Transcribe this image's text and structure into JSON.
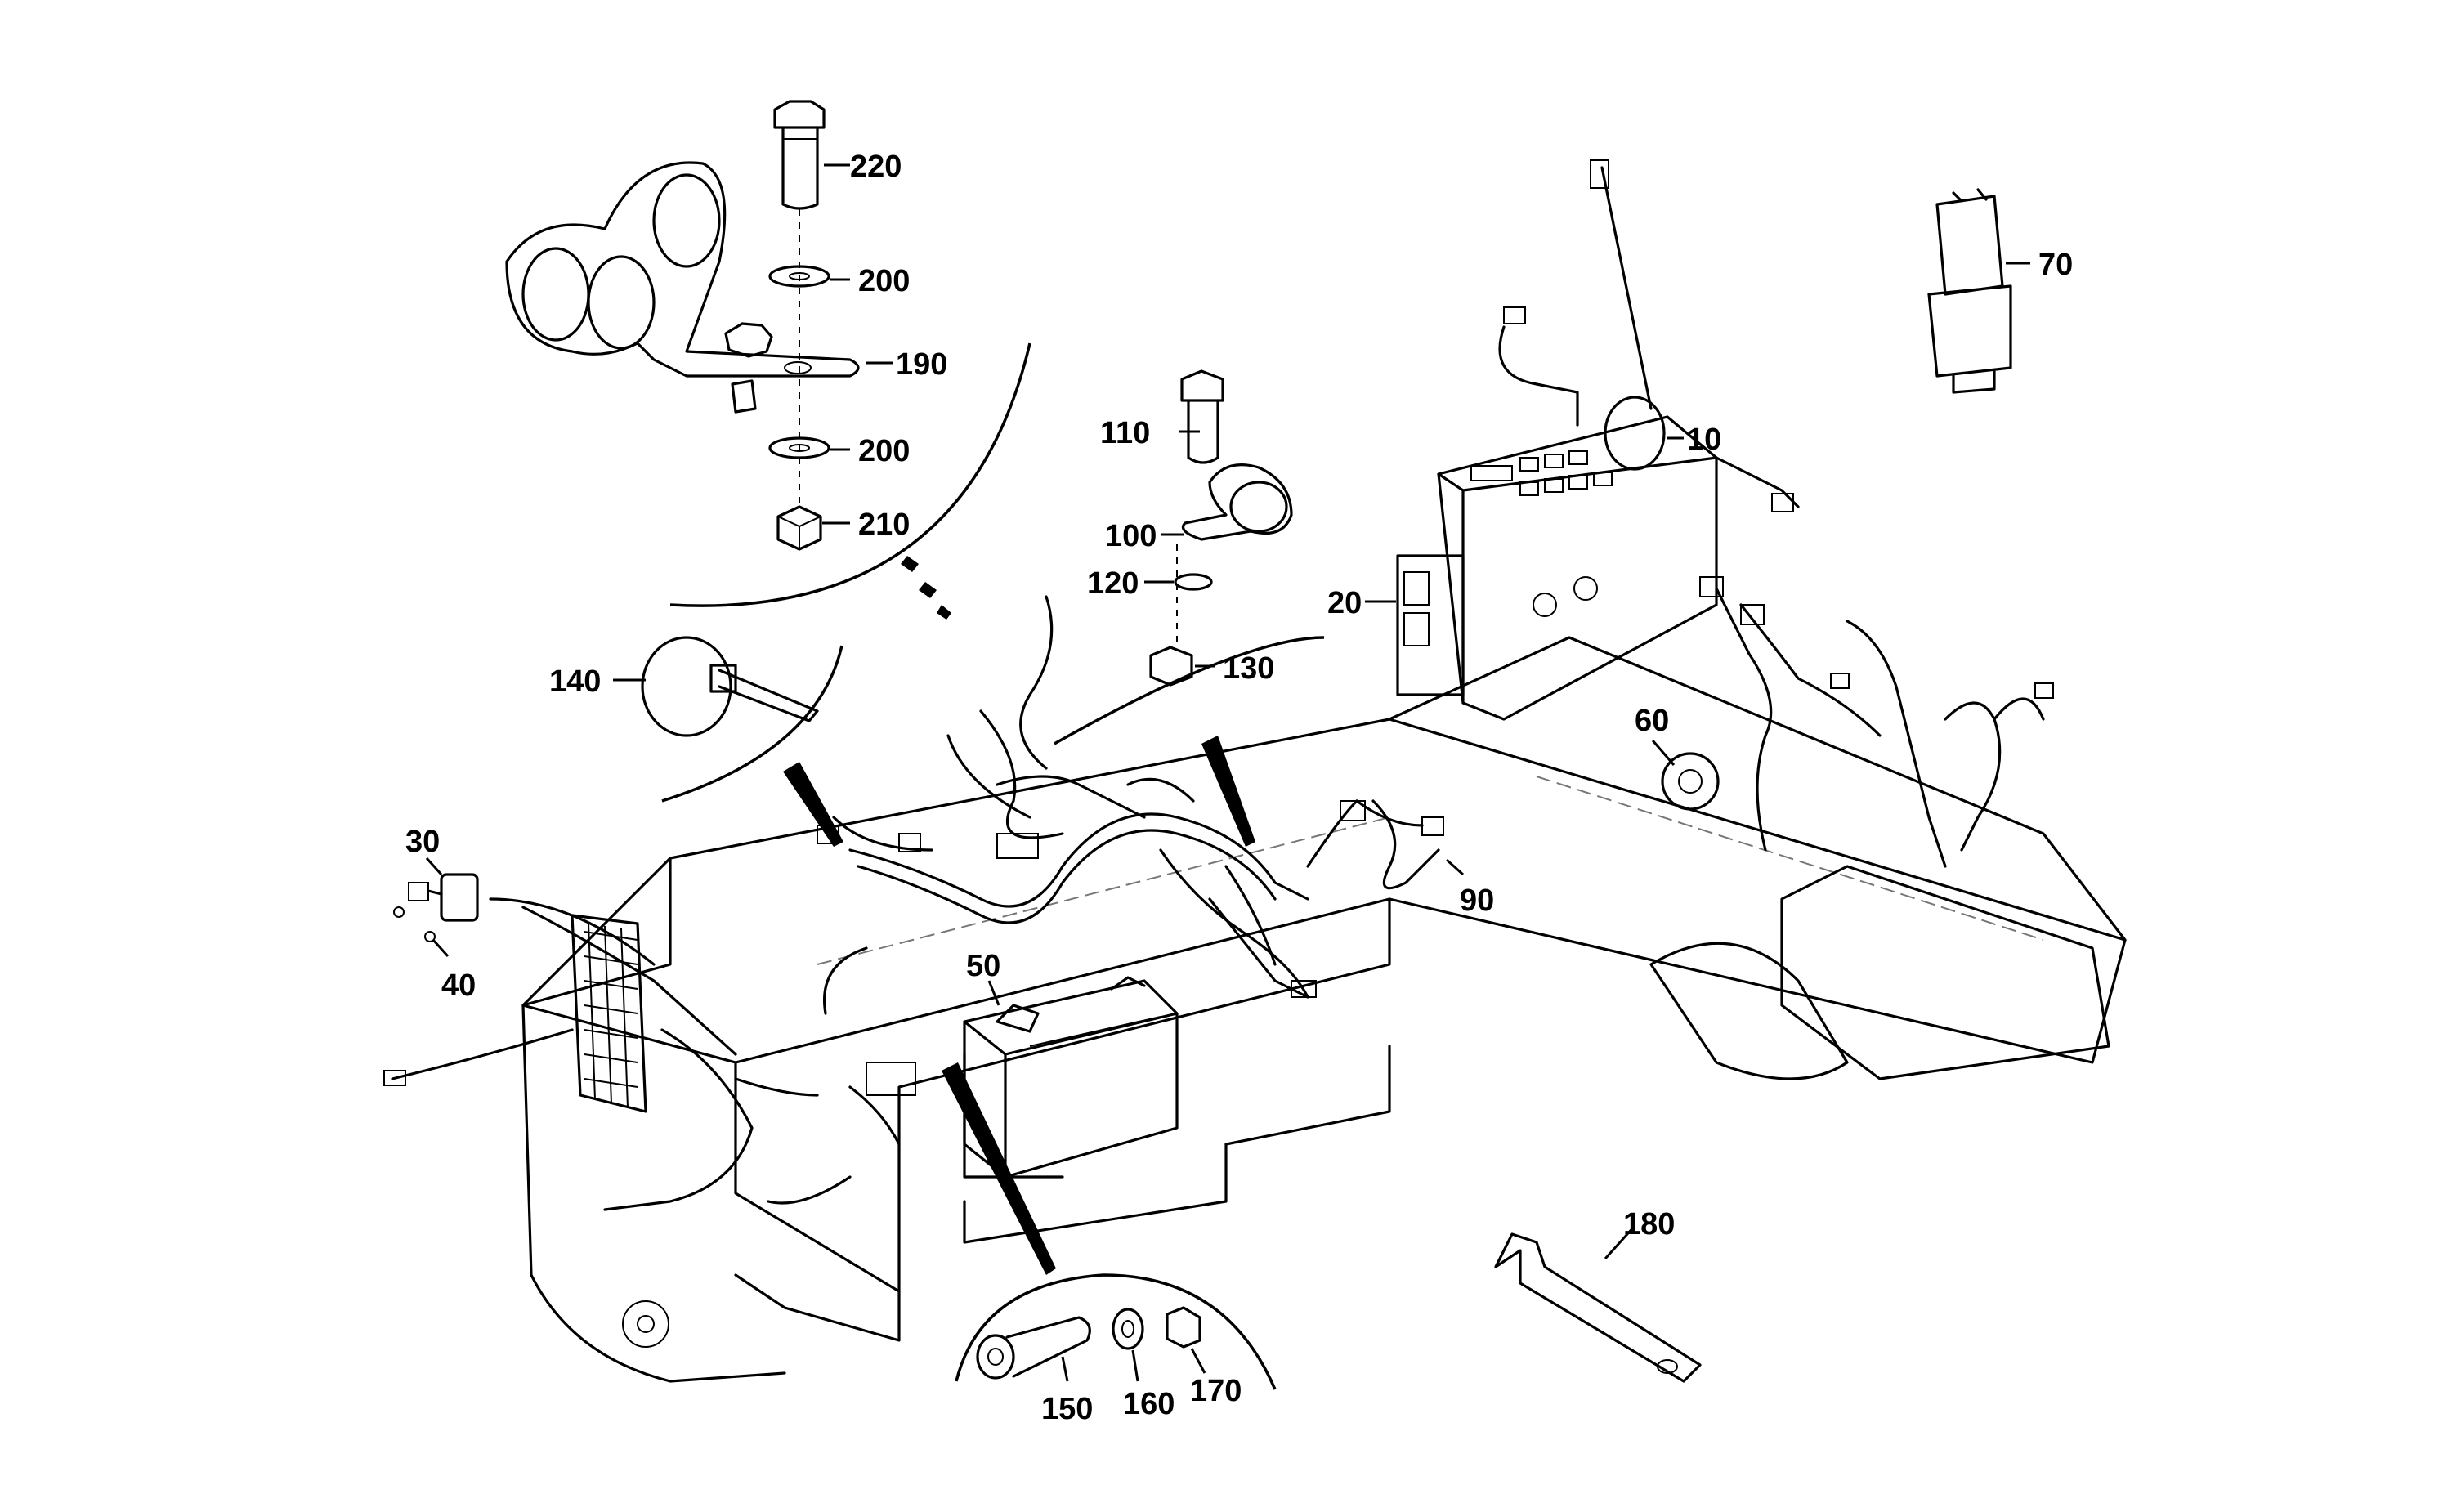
{
  "callouts": {
    "c10": "10",
    "c20": "20",
    "c30": "30",
    "c40": "40",
    "c50": "50",
    "c60": "60",
    "c70": "70",
    "c90": "90",
    "c100": "100",
    "c110": "110",
    "c120": "120",
    "c130": "130",
    "c140": "140",
    "c150": "150",
    "c160": "160",
    "c170": "170",
    "c180": "180",
    "c190": "190",
    "c200a": "200",
    "c200b": "200",
    "c210": "210",
    "c220": "220"
  },
  "colors": {
    "line": "#000000",
    "background": "#ffffff",
    "faint": "#777777"
  }
}
